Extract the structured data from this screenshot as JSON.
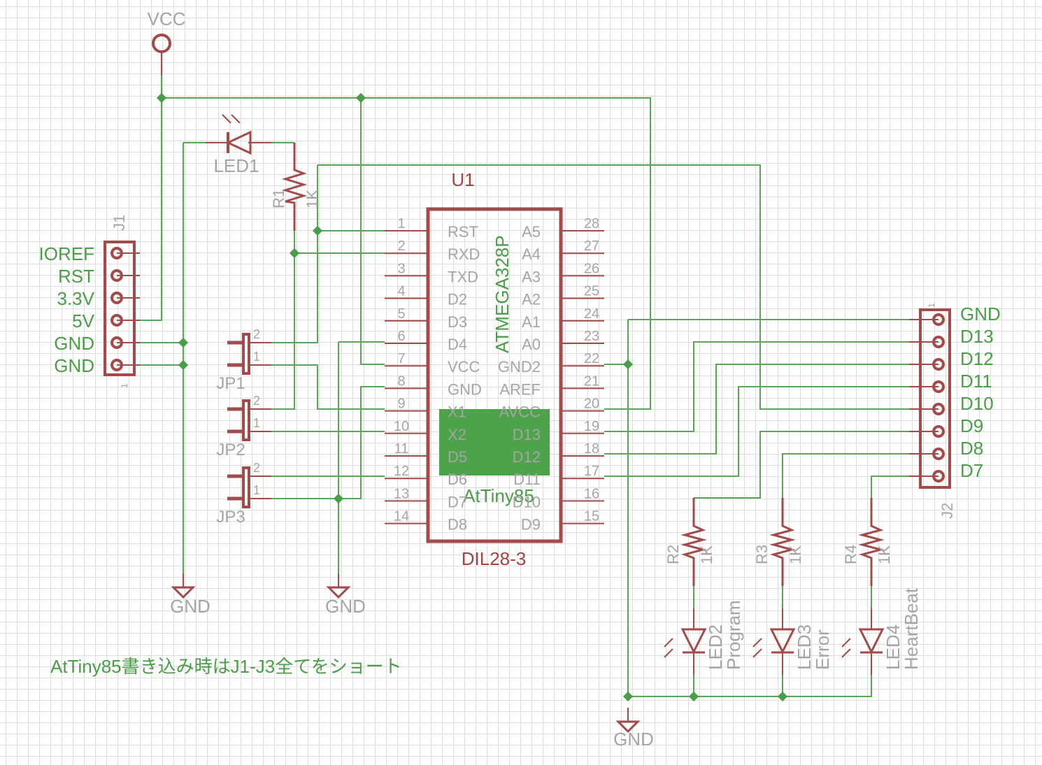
{
  "colors": {
    "wire": "#5aa657",
    "part": "#a34a4a",
    "label_gray": "#a5a5a5",
    "label_green": "#4a9e48",
    "highlight": "#4ca34a"
  },
  "vcc": {
    "label": "VCC"
  },
  "gnd_symbols": [
    {
      "label": "GND"
    },
    {
      "label": "GND"
    },
    {
      "label": "GND"
    }
  ],
  "led1": {
    "name": "LED1"
  },
  "r1": {
    "name": "R1",
    "value": "1K"
  },
  "u1": {
    "name": "U1",
    "part": "ATMEGA328P",
    "package": "DIL28-3",
    "overlay_label": "AtTiny85",
    "left_pins": [
      {
        "num": "1",
        "name": "RST"
      },
      {
        "num": "2",
        "name": "RXD"
      },
      {
        "num": "3",
        "name": "TXD"
      },
      {
        "num": "4",
        "name": "D2"
      },
      {
        "num": "5",
        "name": "D3"
      },
      {
        "num": "6",
        "name": "D4"
      },
      {
        "num": "7",
        "name": "VCC"
      },
      {
        "num": "8",
        "name": "GND"
      },
      {
        "num": "9",
        "name": "X1"
      },
      {
        "num": "10",
        "name": "X2"
      },
      {
        "num": "11",
        "name": "D5"
      },
      {
        "num": "12",
        "name": "D6"
      },
      {
        "num": "13",
        "name": "D7"
      },
      {
        "num": "14",
        "name": "D8"
      }
    ],
    "right_pins": [
      {
        "num": "28",
        "name": "A5"
      },
      {
        "num": "27",
        "name": "A4"
      },
      {
        "num": "26",
        "name": "A3"
      },
      {
        "num": "25",
        "name": "A2"
      },
      {
        "num": "24",
        "name": "A1"
      },
      {
        "num": "23",
        "name": "A0"
      },
      {
        "num": "22",
        "name": "GND2"
      },
      {
        "num": "21",
        "name": "AREF"
      },
      {
        "num": "20",
        "name": "AVCC"
      },
      {
        "num": "19",
        "name": "D13"
      },
      {
        "num": "18",
        "name": "D12"
      },
      {
        "num": "17",
        "name": "D11"
      },
      {
        "num": "16",
        "name": "D10"
      },
      {
        "num": "15",
        "name": "D9"
      }
    ]
  },
  "j1": {
    "name": "J1",
    "pin1": "1",
    "labels": [
      "IOREF",
      "RST",
      "3.3V",
      "5V",
      "GND",
      "GND"
    ]
  },
  "j2": {
    "name": "J2",
    "pin1": "1",
    "labels": [
      "GND",
      "D13",
      "D12",
      "D11",
      "D10",
      "D9",
      "D8",
      "D7"
    ]
  },
  "jumpers": [
    {
      "name": "JP1",
      "pin2": "2",
      "pin1": "1"
    },
    {
      "name": "JP2",
      "pin2": "2",
      "pin1": "1"
    },
    {
      "name": "JP3",
      "pin2": "2",
      "pin1": "1"
    }
  ],
  "resistors": [
    {
      "name": "R2",
      "value": "1K"
    },
    {
      "name": "R3",
      "value": "1K"
    },
    {
      "name": "R4",
      "value": "1K"
    }
  ],
  "leds": [
    {
      "name": "LED2",
      "value": "Program"
    },
    {
      "name": "LED3",
      "value": "Error"
    },
    {
      "name": "LED4",
      "value": "HeartBeat"
    }
  ],
  "note": "AtTiny85書き込み時はJ1-J3全てをショート"
}
